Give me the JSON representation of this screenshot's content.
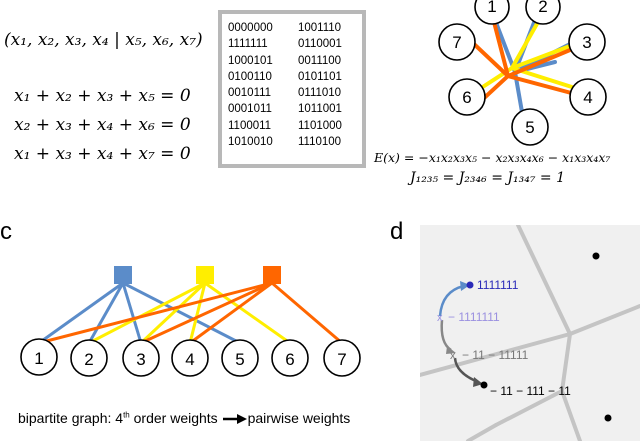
{
  "panel_a": {
    "variables": "(x₁, x₂, x₃, x₄ | x₅, x₆, x₇)",
    "equations": [
      "x₁ + x₂ + x₃ + x₅ = 0",
      "x₂ + x₃ + x₄ + x₆ = 0",
      "x₁ + x₃ + x₄ + x₇ = 0"
    ],
    "codewords_left": [
      "0000000",
      "1111111",
      "1000101",
      "0100110",
      "0010111",
      "0001011",
      "1100011",
      "1010010"
    ],
    "codewords_right": [
      "1001110",
      "0110001",
      "0011100",
      "0101101",
      "0111010",
      "1011001",
      "1101000",
      "1110100"
    ]
  },
  "panel_b": {
    "node_labels": [
      "1",
      "2",
      "3",
      "4",
      "5",
      "6",
      "7"
    ],
    "energy": "E(x) = −x₁x₂x₃x₅ − x₂x₃x₄x₆ − x₁x₃x₄x₇",
    "couplings": "J₁₂₃₅ = J₂₃₄₆ = J₁₃₄₇ = 1"
  },
  "panel_c": {
    "label": "c",
    "node_labels": [
      "1",
      "2",
      "3",
      "4",
      "5",
      "6",
      "7"
    ],
    "caption_pre": "bipartite graph: 4",
    "caption_sup": "th",
    "caption_mid": " order weights",
    "caption_post": "pairwise weights"
  },
  "panel_d": {
    "label": "d",
    "points": [
      "1111111",
      "− 1111111",
      "− 11 − 11111",
      "− 11 − 111 − 11"
    ]
  },
  "colors": {
    "blue": "#5b8cc9",
    "yellow": "#ffee00",
    "orange": "#ff6600",
    "gray_box": "#b8b8b8",
    "voronoi_bg": "#f0f0f0",
    "voronoi_line": "#c4c4c4",
    "point_blue": "#2a2ab8",
    "point_lavender": "#9a90e0"
  }
}
